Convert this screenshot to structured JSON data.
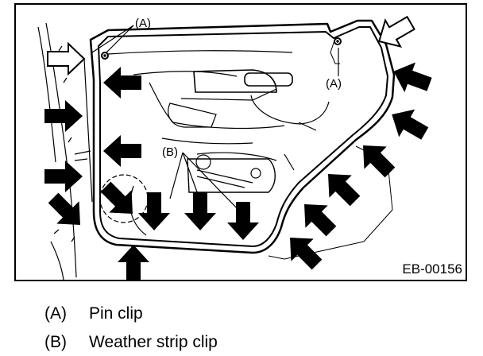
{
  "figure": {
    "id_code": "EB-00156",
    "callouts": {
      "pin_clip_top": "(A)",
      "pin_clip_right": "(A)",
      "weather_strip_clip": "(B)"
    }
  },
  "legend": [
    {
      "tag": "(A)",
      "label": "Pin clip"
    },
    {
      "tag": "(B)",
      "label": "Weather strip clip"
    }
  ],
  "colors": {
    "ink": "#000000",
    "background": "#ffffff"
  },
  "icons": [
    "push-arrow-icon",
    "hollow-arrow-icon"
  ]
}
